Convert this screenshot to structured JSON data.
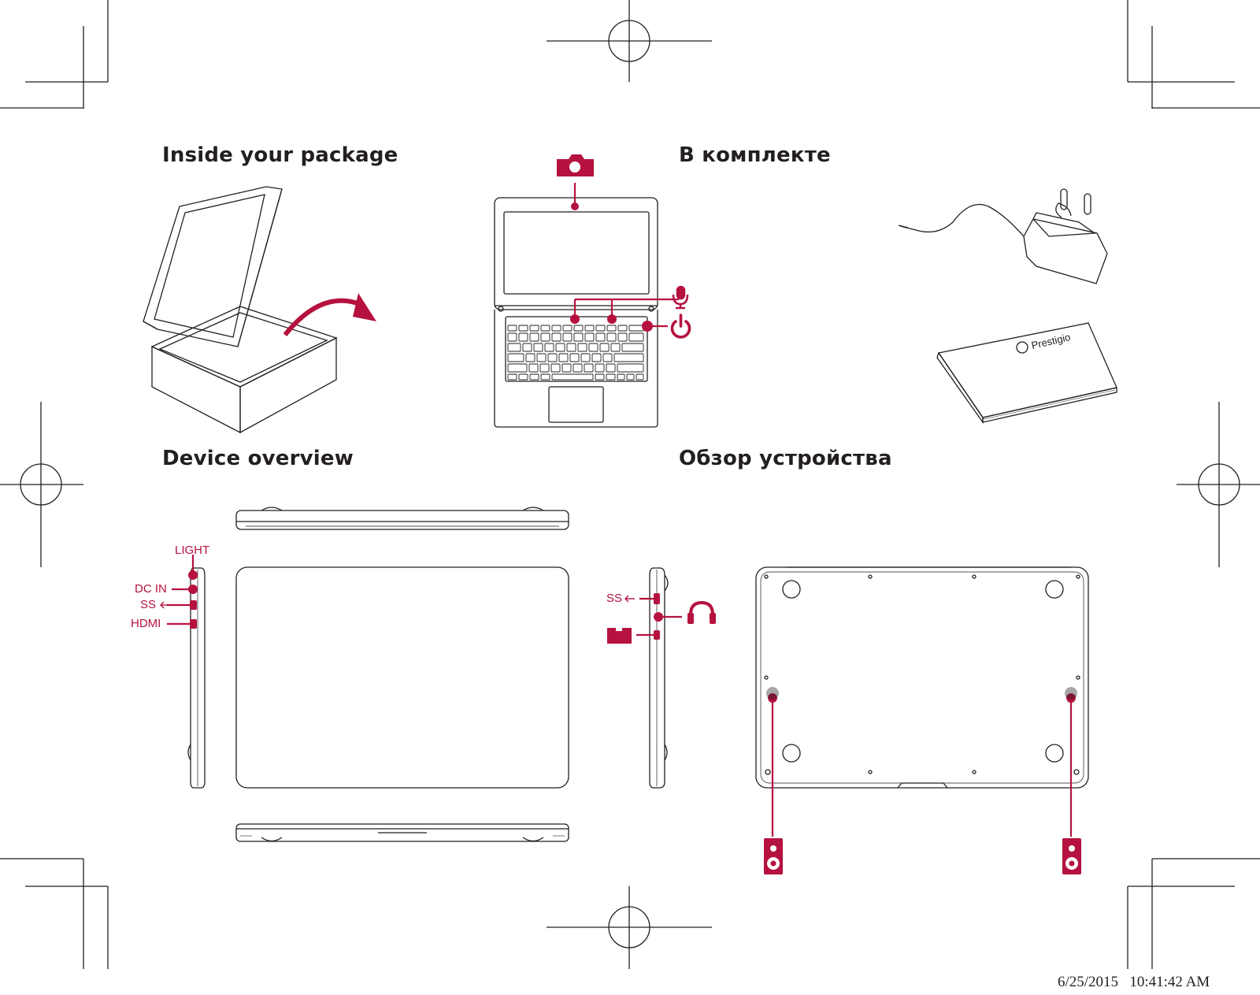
{
  "colors": {
    "accent": "#b5123f",
    "line": "#231f20"
  },
  "headings": {
    "package_en": "Inside your package",
    "package_ru": "В комплекте",
    "overview_en": "Device overview",
    "overview_ru": "Обзор устройства"
  },
  "port_labels": {
    "light": "LIGHT",
    "dc_in": "DC IN",
    "hdmi": "HDMI",
    "usb_ss": "SS"
  },
  "icons": {
    "camera": "camera-icon",
    "microphone": "microphone-icon",
    "power": "power-icon",
    "headphones": "headphones-icon",
    "microsd": "microsd-card-icon",
    "speaker": "speaker-icon",
    "usb": "usb-icon"
  },
  "brand_on_manual": "Prestigio",
  "footer": {
    "date": "6/25/2015",
    "time": "10:41:42 AM"
  }
}
